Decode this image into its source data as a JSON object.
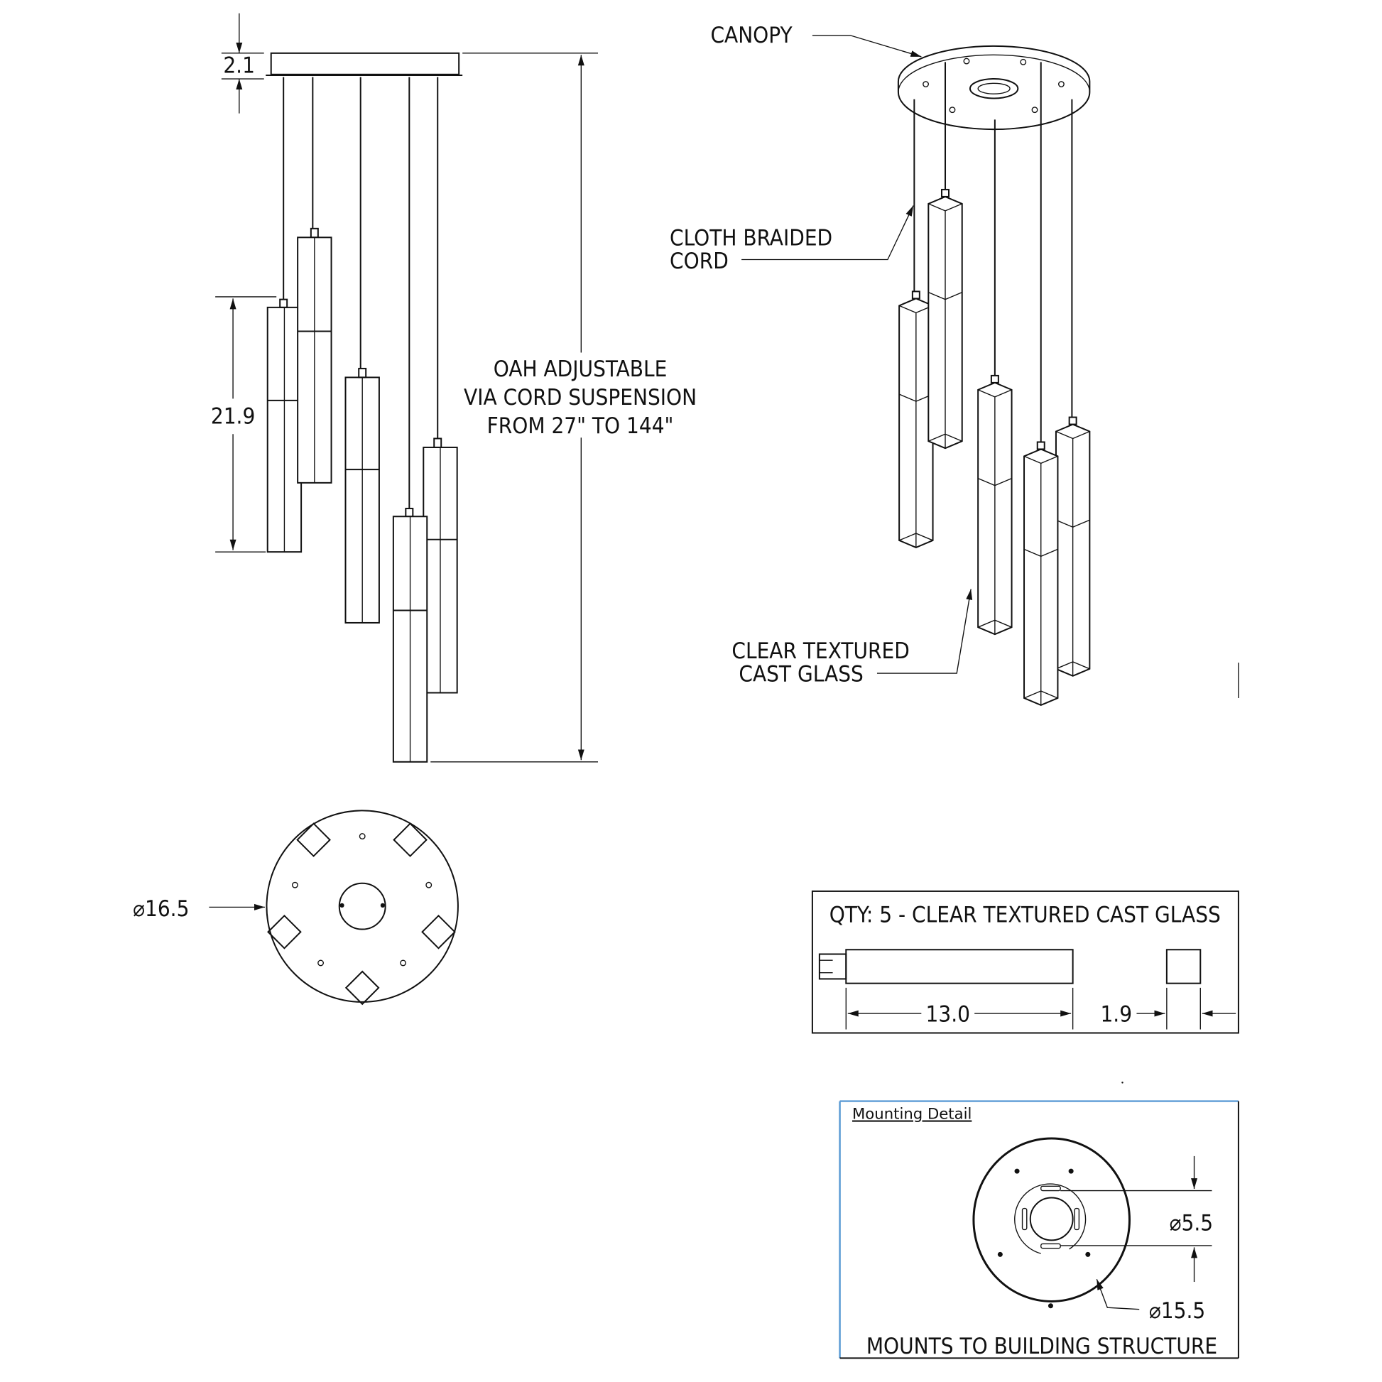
{
  "drawing": {
    "front_view": {
      "canopy_height": "2.1",
      "pendant_length": "21.9",
      "oah_note": [
        "OAH ADJUSTABLE",
        "VIA CORD SUSPENSION",
        "FROM 27\" TO 144\""
      ]
    },
    "perspective_view": {
      "canopy_label": "CANOPY",
      "cord_label": [
        "CLOTH BRAIDED",
        "CORD"
      ],
      "glass_label": [
        "CLEAR TEXTURED",
        "CAST GLASS"
      ]
    },
    "bottom_view": {
      "diameter": "⌀16.5"
    },
    "qty_box": {
      "title": "QTY: 5 - CLEAR TEXTURED CAST GLASS",
      "length": "13.0",
      "width": "1.9"
    },
    "mounting_detail": {
      "title": "Mounting  Detail",
      "inner_diameter": "⌀5.5",
      "outer_diameter": "⌀15.5",
      "note": "MOUNTS TO BUILDING STRUCTURE",
      "border_color": "#5b9bd5"
    }
  }
}
